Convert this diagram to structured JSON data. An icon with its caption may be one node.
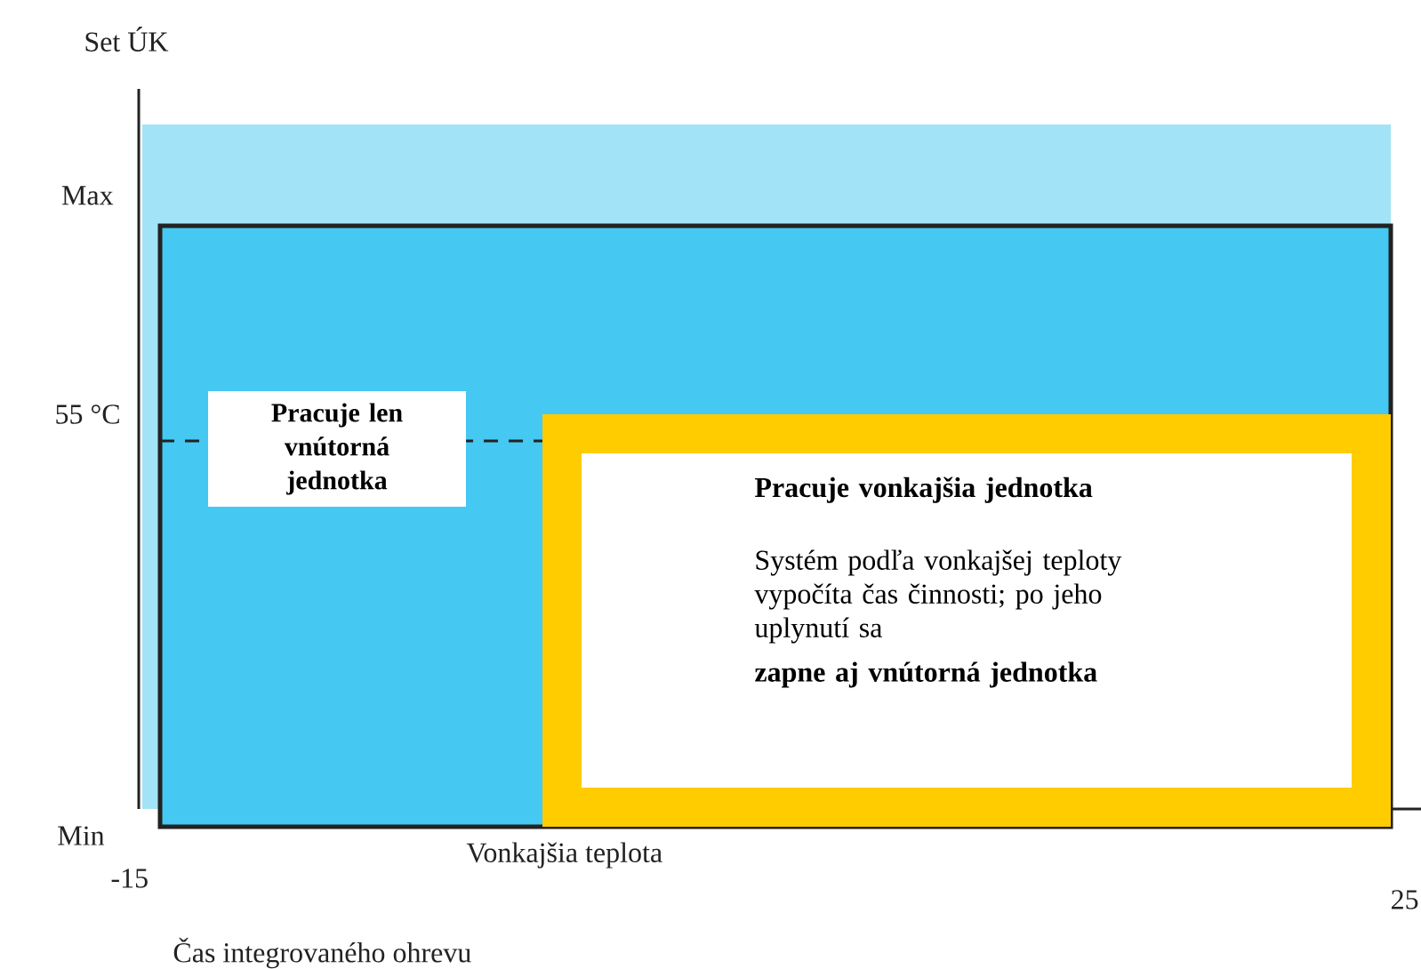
{
  "diagram": {
    "nodes": [
      {
        "text": [],
        "shape": "box"
      },
      {
        "text": [
          "Pracuje len vnútorná jednotka"
        ],
        "in": 0
      },
      {
        "text": [
          "Pracuje vonkajšia jednotka",
          "Systém podľa vonkajšej teploty vypočíta čas činnosti; po jeho uplynutí sa",
          "zapne aj vnútorná jednotka"
        ],
        "in": 0
      }
    ],
    "edges": [],
    "labels": [
      "Set ÚK",
      "Max",
      "55 °C",
      "Min",
      "-15",
      "Vonkajšia teplota",
      "25",
      "Čas integrovaného ohrevu"
    ]
  }
}
